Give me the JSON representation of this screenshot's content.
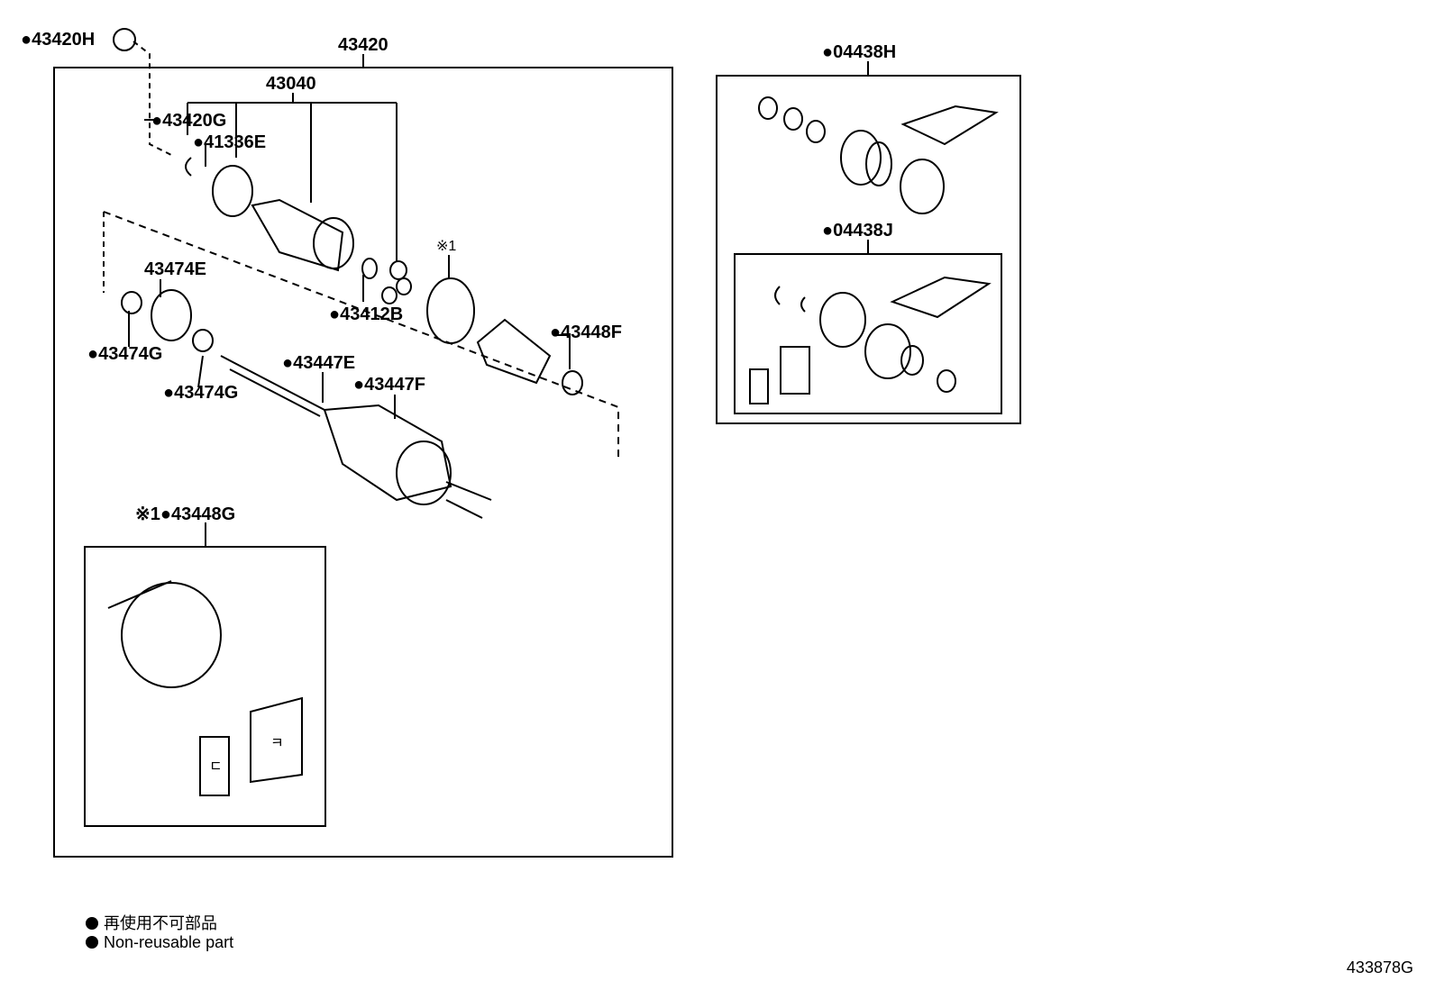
{
  "labels": {
    "p43420H": "●43420H",
    "p43420": "43420",
    "p43040": "43040",
    "p43420G": "●43420G",
    "p41336E": "●41336E",
    "p43474E": "43474E",
    "p43412B": "●43412B",
    "p43448F": "●43448F",
    "p43474G_a": "●43474G",
    "p43474G_b": "●43474G",
    "p43447E": "●43447E",
    "p43447F": "●43447F",
    "note1": "※1",
    "p43448G": "※1●43448G",
    "p04438H": "●04438H",
    "p04438J": "●04438J",
    "kit_sheet_1": "ㄷ",
    "kit_sheet_2": "ㅋ"
  },
  "legend": {
    "japanese": "再使用不可部品",
    "english": "Non-reusable part"
  },
  "diagram_code": "433878G"
}
